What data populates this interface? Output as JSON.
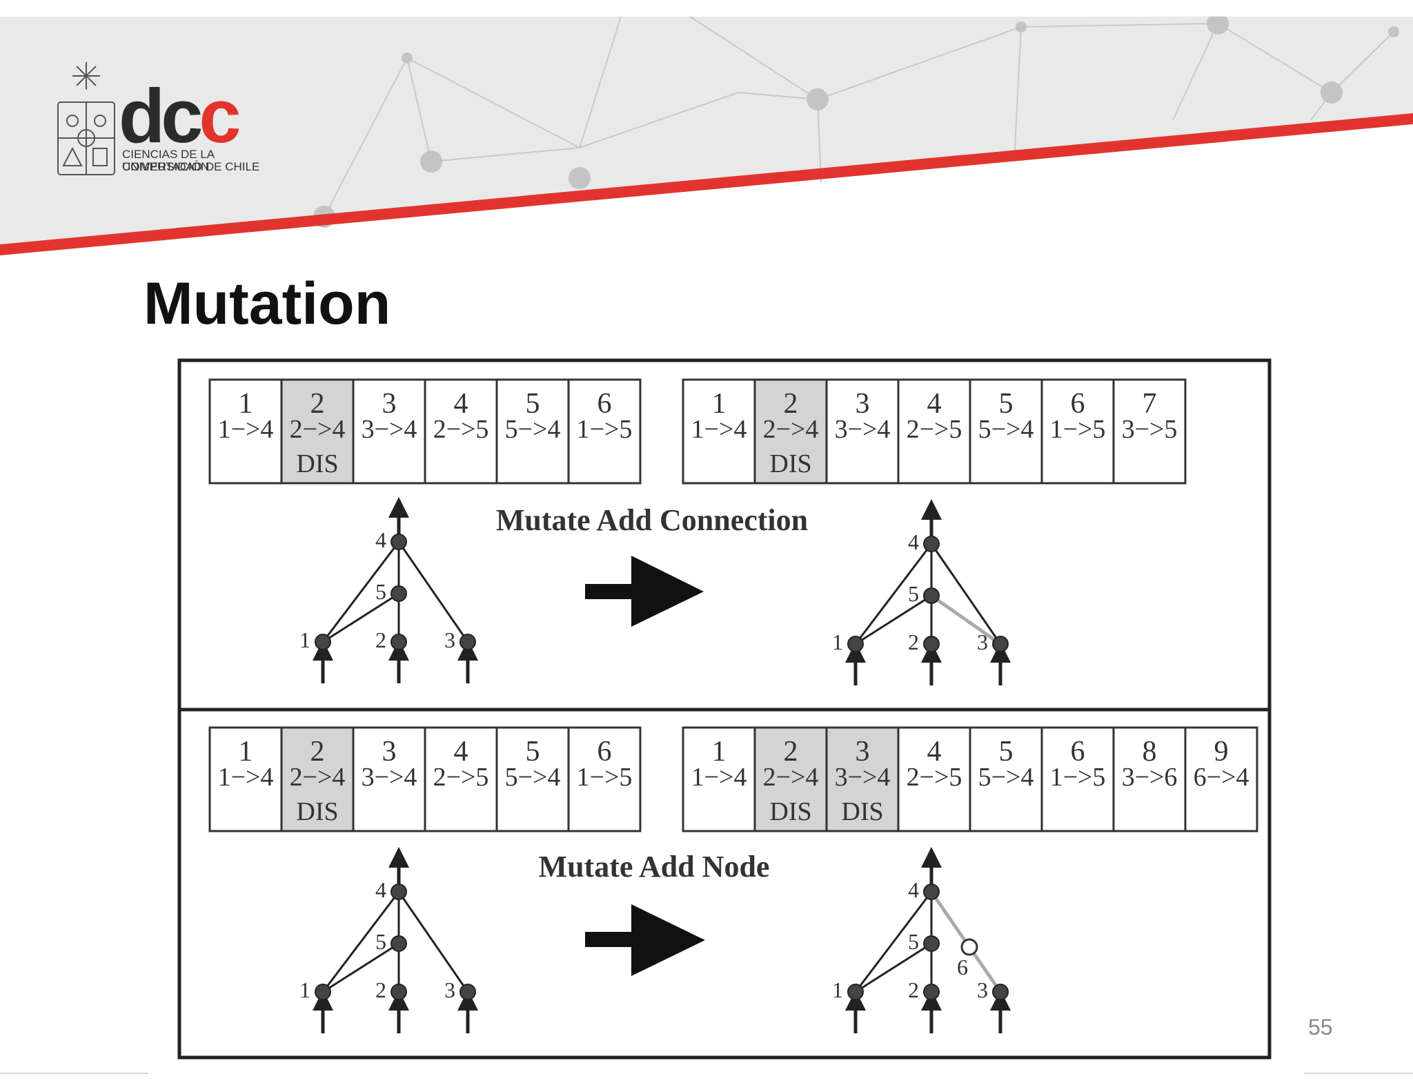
{
  "logo": {
    "letters_dc": "dc",
    "letter_c": "c",
    "line1": "CIENCIAS DE LA COMPUTACIÓN",
    "line2": "UNIVERSIDAD DE CHILE"
  },
  "slide": {
    "title": "Mutation",
    "page_number": "55"
  },
  "colors": {
    "accent": "#e2342f",
    "header_bg": "#e9e9e9",
    "disabled_cell": "#d4d4d4"
  },
  "figure": {
    "add_connection": {
      "label": "Mutate Add Connection",
      "before_genes": [
        {
          "id": "1",
          "conn": "1−>4",
          "dis": ""
        },
        {
          "id": "2",
          "conn": "2−>4",
          "dis": "DIS"
        },
        {
          "id": "3",
          "conn": "3−>4",
          "dis": ""
        },
        {
          "id": "4",
          "conn": "2−>5",
          "dis": ""
        },
        {
          "id": "5",
          "conn": "5−>4",
          "dis": ""
        },
        {
          "id": "6",
          "conn": "1−>5",
          "dis": ""
        }
      ],
      "after_genes": [
        {
          "id": "1",
          "conn": "1−>4",
          "dis": ""
        },
        {
          "id": "2",
          "conn": "2−>4",
          "dis": "DIS"
        },
        {
          "id": "3",
          "conn": "3−>4",
          "dis": ""
        },
        {
          "id": "4",
          "conn": "2−>5",
          "dis": ""
        },
        {
          "id": "5",
          "conn": "5−>4",
          "dis": ""
        },
        {
          "id": "6",
          "conn": "1−>5",
          "dis": ""
        },
        {
          "id": "7",
          "conn": "3−>5",
          "dis": ""
        }
      ]
    },
    "add_node": {
      "label": "Mutate Add Node",
      "before_genes": [
        {
          "id": "1",
          "conn": "1−>4",
          "dis": ""
        },
        {
          "id": "2",
          "conn": "2−>4",
          "dis": "DIS"
        },
        {
          "id": "3",
          "conn": "3−>4",
          "dis": ""
        },
        {
          "id": "4",
          "conn": "2−>5",
          "dis": ""
        },
        {
          "id": "5",
          "conn": "5−>4",
          "dis": ""
        },
        {
          "id": "6",
          "conn": "1−>5",
          "dis": ""
        }
      ],
      "after_genes": [
        {
          "id": "1",
          "conn": "1−>4",
          "dis": ""
        },
        {
          "id": "2",
          "conn": "2−>4",
          "dis": "DIS"
        },
        {
          "id": "3",
          "conn": "3−>4",
          "dis": "DIS"
        },
        {
          "id": "4",
          "conn": "2−>5",
          "dis": ""
        },
        {
          "id": "5",
          "conn": "5−>4",
          "dis": ""
        },
        {
          "id": "6",
          "conn": "1−>5",
          "dis": ""
        },
        {
          "id": "8",
          "conn": "3−>6",
          "dis": ""
        },
        {
          "id": "9",
          "conn": "6−>4",
          "dis": ""
        }
      ]
    },
    "node_labels": {
      "n1": "1",
      "n2": "2",
      "n3": "3",
      "n4": "4",
      "n5": "5",
      "n6": "6"
    }
  }
}
